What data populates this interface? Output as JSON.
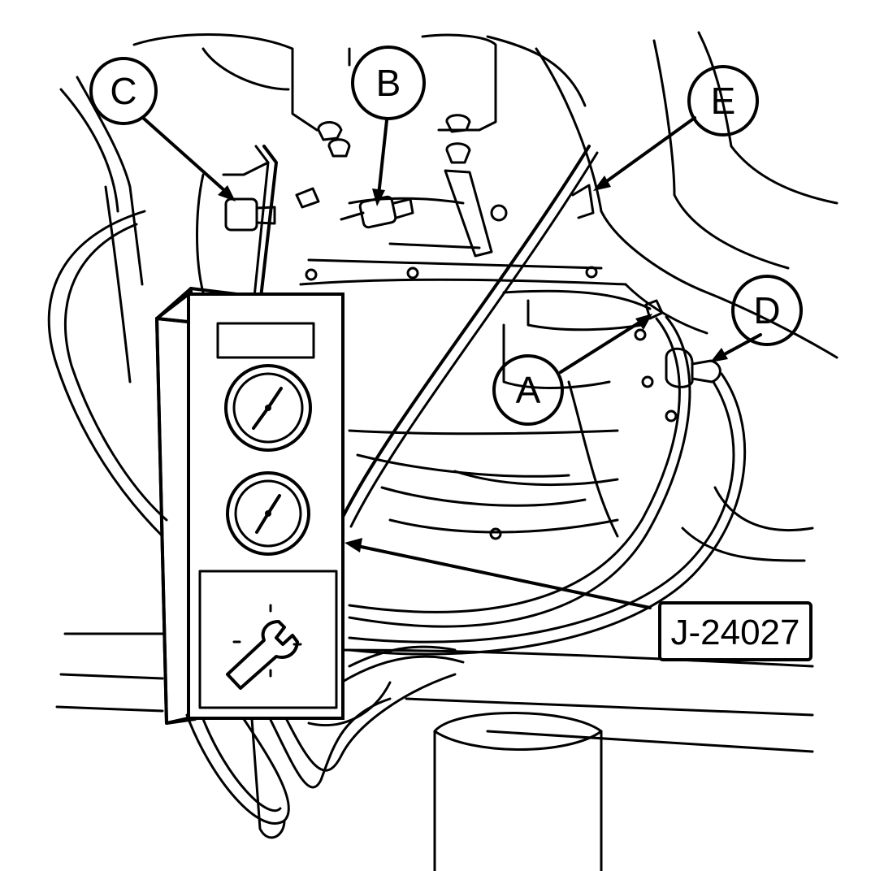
{
  "callouts": {
    "a": "A",
    "b": "B",
    "c": "C",
    "d": "D",
    "e": "E"
  },
  "tool_label": "J-24027",
  "icons": [
    "pressure-gauge-icon",
    "pressure-gauge-icon",
    "wrench-adjust-icon"
  ]
}
